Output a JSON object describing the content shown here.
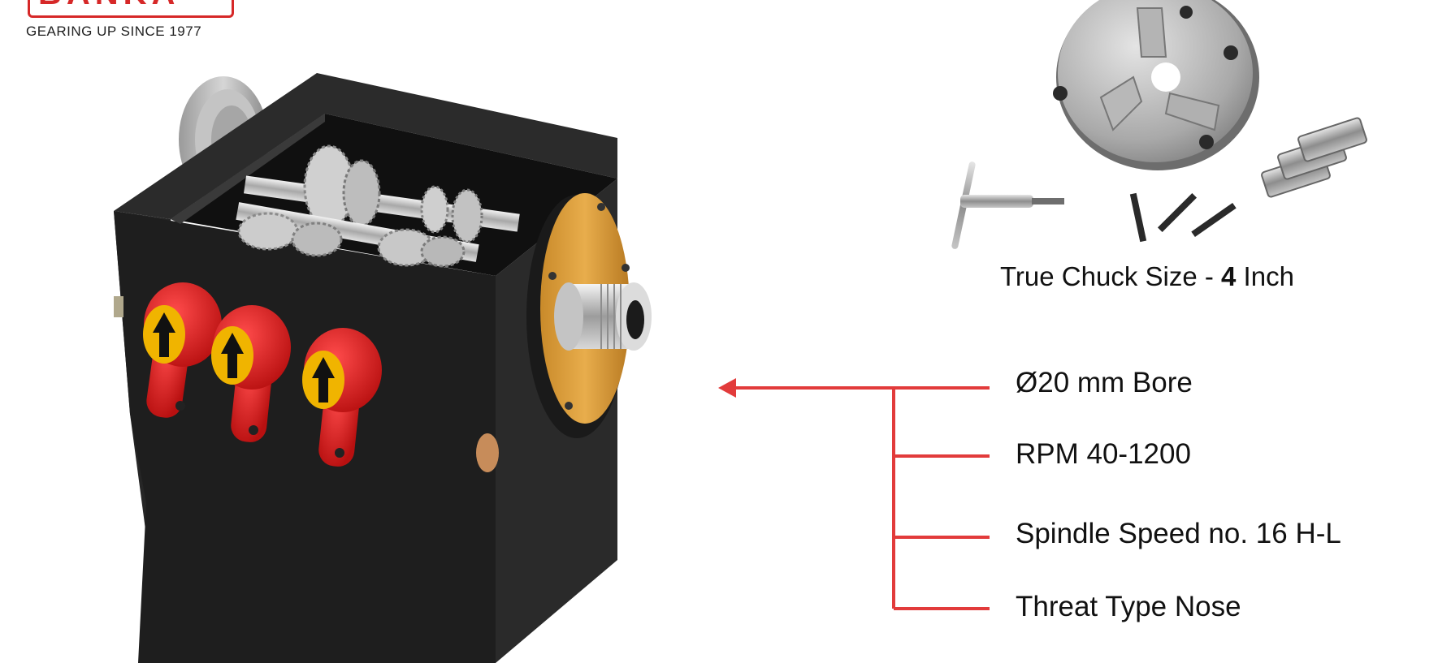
{
  "logo": {
    "wordmark": "BANKA",
    "tagline": "GEARING UP SINCE 1977"
  },
  "chuck": {
    "caption_prefix": "True Chuck Size - ",
    "caption_value": "4",
    "caption_suffix": " Inch"
  },
  "specs": [
    {
      "label": "Ø20 mm Bore"
    },
    {
      "label": "RPM 40-1200"
    },
    {
      "label": "Spindle Speed no. 16 H-L"
    },
    {
      "label": "Threat Type Nose"
    }
  ],
  "colors": {
    "accent_red": "#e23b3b",
    "housing_black": "#1f1f1f",
    "lever_red": "#d81e1e",
    "flange_orange": "#e0a23d"
  }
}
